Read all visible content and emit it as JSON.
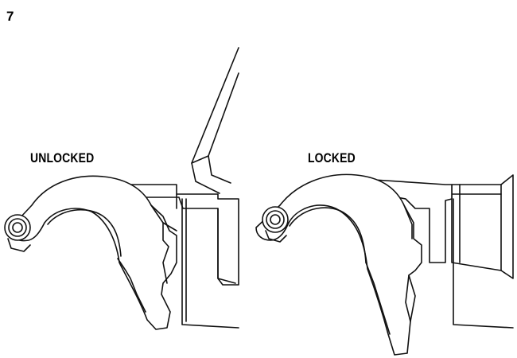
{
  "step": {
    "number": "7"
  },
  "labels": {
    "unlocked": "UNLOCKED",
    "locked": "LOCKED"
  },
  "colors": {
    "line": "#111111",
    "background": "#ffffff"
  }
}
